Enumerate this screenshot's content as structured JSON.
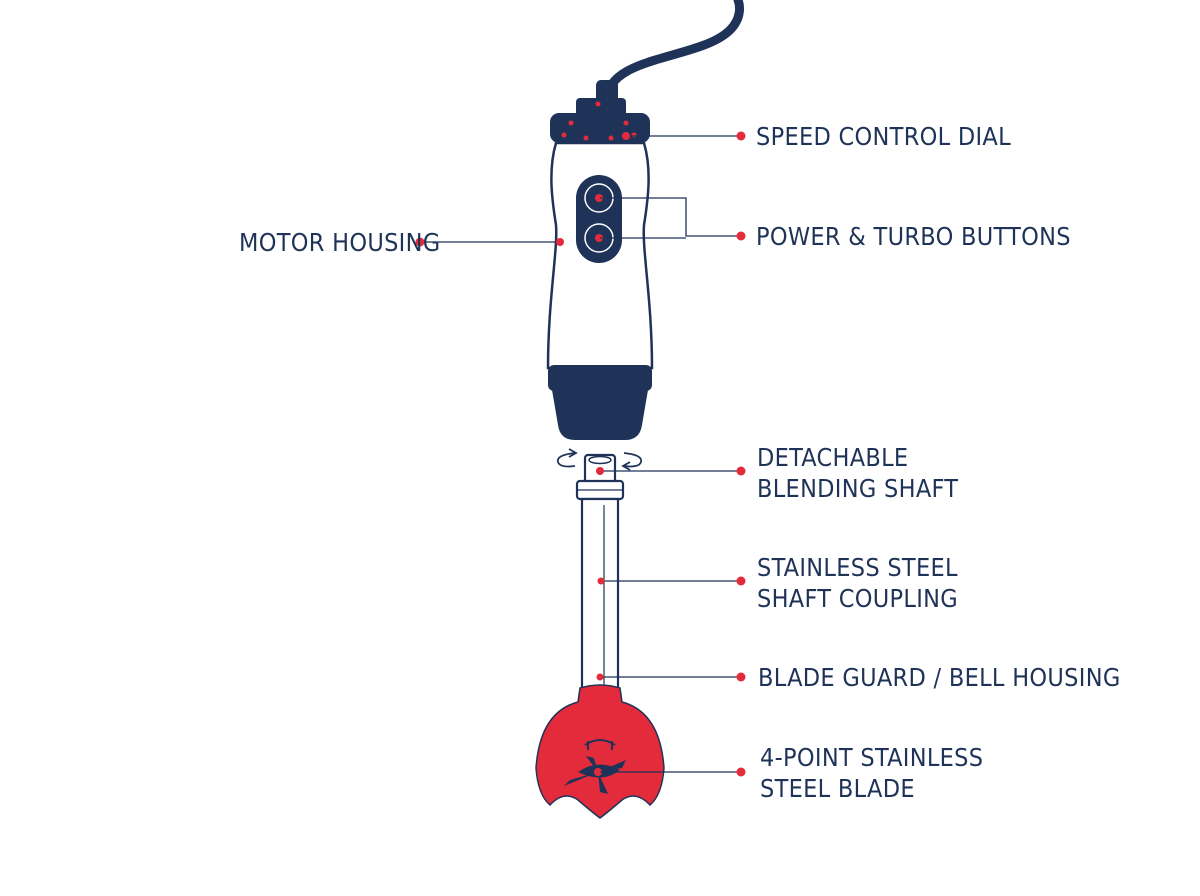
{
  "colors": {
    "navy": "#1f3358",
    "red": "#e42b3b",
    "outline": "#1f3358",
    "background": "#ffffff"
  },
  "callouts": {
    "speed_control_dial": {
      "lines": [
        "SPEED CONTROL DIAL"
      ]
    },
    "motor_housing": {
      "lines": [
        "MOTOR HOUSING"
      ]
    },
    "power_turbo_buttons": {
      "lines": [
        "POWER & TURBO BUTTONS"
      ]
    },
    "detachable_shaft": {
      "lines": [
        "DETACHABLE",
        "BLENDING SHAFT"
      ]
    },
    "shaft_coupling": {
      "lines": [
        "STAINLESS STEEL",
        "SHAFT COUPLING"
      ]
    },
    "blade_guard": {
      "lines": [
        "BLADE GUARD / BELL HOUSING"
      ]
    },
    "blade": {
      "lines": [
        "4-POINT STAINLESS",
        "STEEL BLADE"
      ]
    }
  }
}
